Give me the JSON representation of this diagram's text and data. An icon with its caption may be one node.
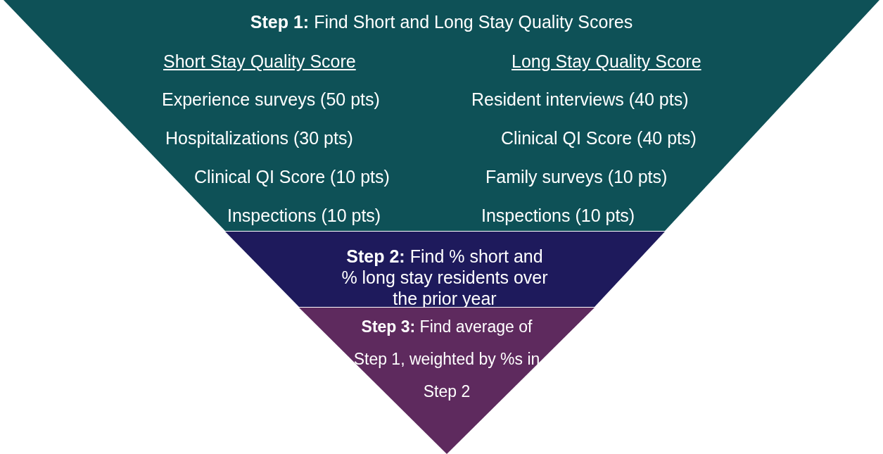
{
  "diagram": {
    "nodes": [
      {
        "text": [
          "**Step 1:** Find Short and Long Stay Quality Scores",
          "Short Stay Quality Score",
          "Long Stay Quality Score",
          "Experience surveys (50 pts)",
          "Resident interviews (40 pts)",
          "Hospitalizations (30 pts)",
          "Clinical QI Score (40 pts)",
          "Clinical QI Score (10 pts)",
          "Family surveys (10 pts)",
          "Inspections (10 pts)",
          "Inspections (10 pts)"
        ]
      },
      {
        "text": [
          "**Step 2:** Find % short and % long stay residents over the prior year"
        ]
      },
      {
        "text": [
          "**Step 3:** Find average of Step 1, weighted by %s in Step 2"
        ]
      }
    ]
  }
}
